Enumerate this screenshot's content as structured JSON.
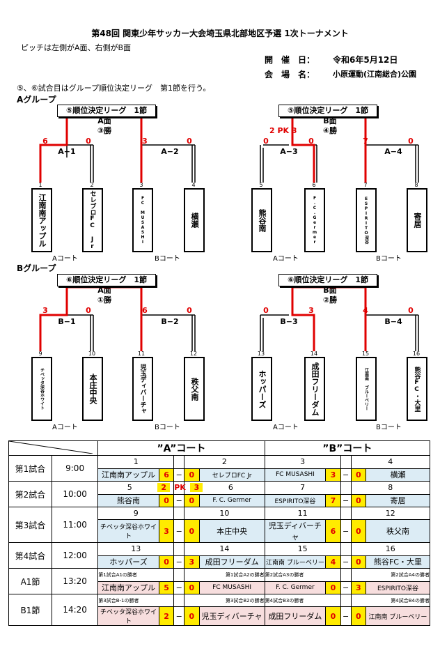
{
  "header": {
    "title": "第48回 関東少年サッカー大会埼玉県北部地区予選 1次トーナメント",
    "pitch_note": "ピッチは左側がA面、右側がB面",
    "date_label": "開　催　日：",
    "date_value": "令和6年5月12日",
    "venue_label": "会　場　名：",
    "venue_value": "小原運動(江南総合)公園",
    "league_note": "⑤、⑥試合目はグループ順位決定リーグ　第1節を行う。"
  },
  "groups": {
    "A": {
      "label": "Aグループ",
      "league_left": "⑤順位決定リーグ　1節",
      "face_left": "A面",
      "win_left": "③勝",
      "league_right": "⑤順位決定リーグ　1節",
      "face_right": "B面",
      "win_right": "④勝",
      "pk_note": "2 PK 3",
      "matches": [
        {
          "label": "A−1",
          "s1": "6",
          "s2": "0"
        },
        {
          "label": "A−2",
          "s1": "3",
          "s2": "0"
        },
        {
          "label": "A−3",
          "s1": "0",
          "s2": "0"
        },
        {
          "label": "A−4",
          "s1": "7",
          "s2": "0"
        }
      ],
      "teams": [
        {
          "no": "1",
          "name": "江南南アップル"
        },
        {
          "no": "2",
          "name": "セレブロFC Jr"
        },
        {
          "no": "3",
          "name": "FC MUSASHI"
        },
        {
          "no": "4",
          "name": "横瀬"
        },
        {
          "no": "5",
          "name": "熊谷南"
        },
        {
          "no": "6",
          "name": "F.C.Germer"
        },
        {
          "no": "7",
          "name": "ESPIRITO深谷"
        },
        {
          "no": "8",
          "name": "寄居"
        }
      ],
      "courts": [
        "Aコート",
        "Bコート",
        "Aコート",
        "Bコート"
      ]
    },
    "B": {
      "label": "Bグループ",
      "league_left": "⑥順位決定リーグ　1節",
      "face_left": "A面",
      "win_left": "①勝",
      "league_right": "⑥順位決定リーグ　1節",
      "face_right": "B面",
      "win_right": "②勝",
      "matches": [
        {
          "label": "B−1",
          "s1": "3",
          "s2": "0"
        },
        {
          "label": "B−2",
          "s1": "6",
          "s2": "0"
        },
        {
          "label": "B−3",
          "s1": "0",
          "s2": "3"
        },
        {
          "label": "B−4",
          "s1": "4",
          "s2": "0"
        }
      ],
      "teams": [
        {
          "no": "9",
          "name": "チベッタ深谷ホワイト"
        },
        {
          "no": "10",
          "name": "本庄中央"
        },
        {
          "no": "11",
          "name": "児玉ディバーチャ"
        },
        {
          "no": "12",
          "name": "秩父南"
        },
        {
          "no": "13",
          "name": "ホッパーズ"
        },
        {
          "no": "14",
          "name": "成田フリーダム"
        },
        {
          "no": "15",
          "name": "江南南 ブルーベリー"
        },
        {
          "no": "16",
          "name": "熊谷FC・大里"
        }
      ],
      "courts": [
        "Aコート",
        "Bコート",
        "Aコート",
        "Bコート"
      ]
    }
  },
  "schedule": {
    "court_a": "”A”コート",
    "court_b": "”B”コート",
    "dash": "−",
    "pk": "PK",
    "rows": [
      {
        "label": "第1試合",
        "time": "9:00",
        "a": {
          "n1": "1",
          "n2": "2",
          "t1": "江南南アップル",
          "s1": "6",
          "s2": "0",
          "t2": "セレブロFC Jr"
        },
        "b": {
          "n1": "3",
          "n2": "4",
          "t1": "FC MUSASHI",
          "s1": "3",
          "s2": "0",
          "t2": "横瀬"
        }
      },
      {
        "label": "第2試合",
        "time": "10:00",
        "a": {
          "n1": "5",
          "n2": "6",
          "t1": "熊谷南",
          "s1": "0",
          "s2": "0",
          "t2": "F. C. Germer",
          "pk1": "2",
          "pk2": "3"
        },
        "b": {
          "n1": "7",
          "n2": "8",
          "t1": "ESPIRITO深谷",
          "s1": "7",
          "s2": "0",
          "t2": "寄居"
        }
      },
      {
        "label": "第3試合",
        "time": "11:00",
        "a": {
          "n1": "9",
          "n2": "10",
          "t1": "チベッタ深谷ホワイト",
          "s1": "3",
          "s2": "0",
          "t2": "本庄中央"
        },
        "b": {
          "n1": "11",
          "n2": "12",
          "t1": "児玉ディバーチャ",
          "s1": "6",
          "s2": "0",
          "t2": "秩父南"
        }
      },
      {
        "label": "第4試合",
        "time": "12:00",
        "a": {
          "n1": "13",
          "n2": "14",
          "t1": "ホッパーズ",
          "s1": "0",
          "s2": "3",
          "t2": "成田フリーダム"
        },
        "b": {
          "n1": "15",
          "n2": "16",
          "t1": "江南南 ブルーベリー",
          "s1": "4",
          "s2": "0",
          "t2": "熊谷FC・大里"
        }
      },
      {
        "label": "A1節",
        "time": "13:20",
        "a": {
          "n1": "第1試合A1の勝者",
          "n2": "第1試合A2の勝者",
          "t1": "江南南アップル",
          "s1": "5",
          "s2": "0",
          "t2": "FC MUSASHI"
        },
        "b": {
          "n1": "第2試合A3の勝者",
          "n2": "第2試合A4の勝者",
          "t1": "F. C. Germer",
          "s1": "0",
          "s2": "3",
          "t2": "ESPIRITO深谷"
        }
      },
      {
        "label": "B1節",
        "time": "14:20",
        "a": {
          "n1": "第3試合B-1の勝者",
          "n2": "第3試合B2の勝者",
          "t1": "チベッタ深谷ホワイト",
          "s1": "2",
          "s2": "0",
          "t2": "児玉ディバーチャ"
        },
        "b": {
          "n1": "第4試合B3の勝者",
          "n2": "第4試合B4の勝者",
          "t1": "成田フリーダム",
          "s1": "0",
          "s2": "0",
          "t2": "江南南 ブルーベリー"
        }
      }
    ]
  }
}
